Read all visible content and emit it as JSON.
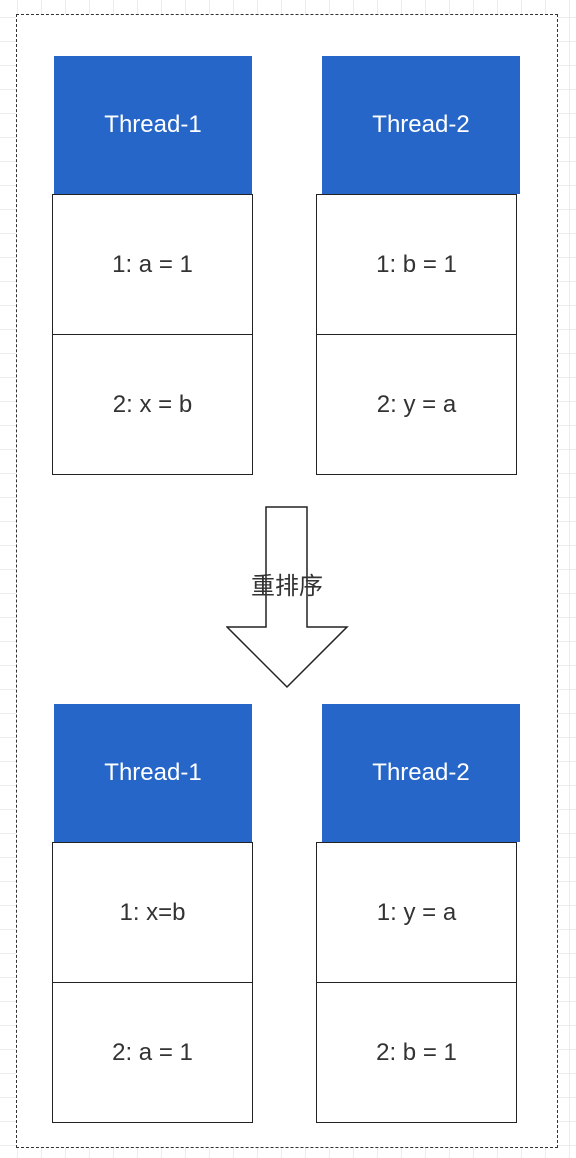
{
  "top": {
    "thread1": {
      "header": "Thread-1",
      "rows": [
        "1: a = 1",
        "2: x = b"
      ]
    },
    "thread2": {
      "header": "Thread-2",
      "rows": [
        "1: b = 1",
        "2: y = a"
      ]
    }
  },
  "arrow": {
    "label": "重排序"
  },
  "bottom": {
    "thread1": {
      "header": "Thread-1",
      "rows": [
        "1: x=b",
        "2: a = 1"
      ]
    },
    "thread2": {
      "header": "Thread-2",
      "rows": [
        "1: y = a",
        "2: b = 1"
      ]
    }
  },
  "colors": {
    "header_bg": "#2566c8",
    "header_text": "#ffffff",
    "cell_border": "#222222",
    "text": "#333333"
  }
}
